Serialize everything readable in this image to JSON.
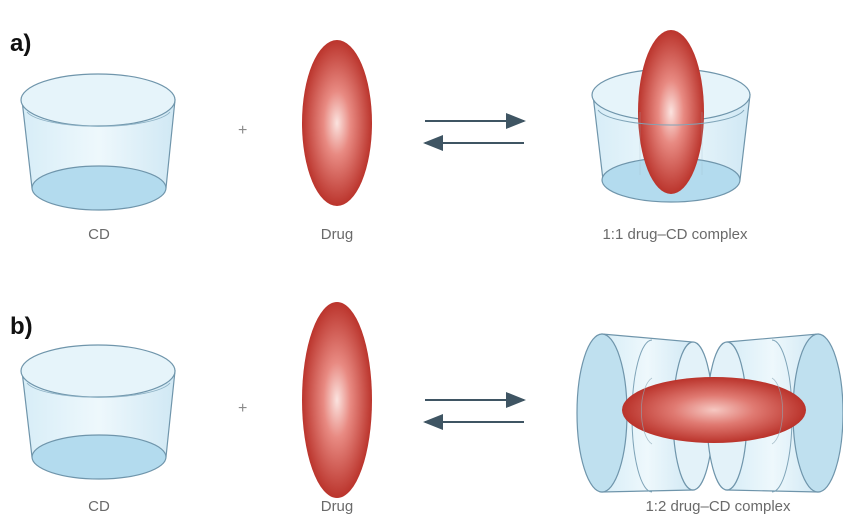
{
  "panels": [
    {
      "letter": "a)",
      "plus": "+",
      "labels": {
        "cd": "CD",
        "drug": "Drug",
        "complex": "1:1 drug–CD complex"
      }
    },
    {
      "letter": "b)",
      "plus": "+",
      "labels": {
        "cd": "CD",
        "drug": "Drug",
        "complex": "1:2 drug–CD complex"
      }
    }
  ],
  "colors": {
    "cd_fill": "#cfe8f3",
    "cd_base": "#a9d4ea",
    "cd_outline": "#6f95ab",
    "drug_core": "#f2b7b0",
    "drug_edge": "#b3261e",
    "arrow": "#3f5563"
  }
}
